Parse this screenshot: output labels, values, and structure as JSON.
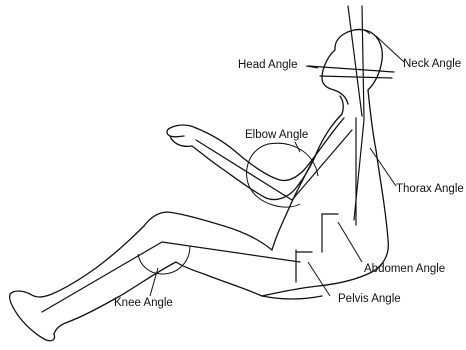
{
  "labels": {
    "head": "Head Angle",
    "neck": "Neck Angle",
    "elbow": "Elbow Angle",
    "thorax": "Thorax Angle",
    "abdomen": "Abdomen Angle",
    "pelvis": "Pelvis Angle",
    "knee": "Knee Angle"
  }
}
